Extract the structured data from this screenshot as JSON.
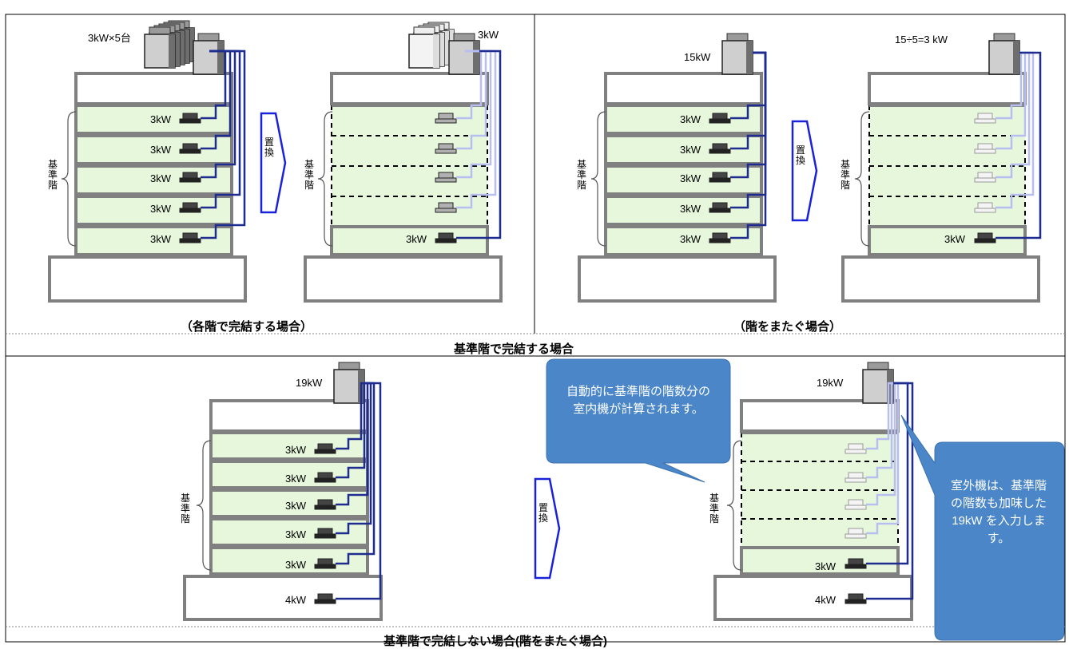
{
  "header_text": "",
  "panels": {
    "top_left": {
      "caption": "（各階で完結する場合）",
      "before": {
        "outdoor_label": "3kW×5台",
        "indoor_labels": [
          "3kW",
          "3kW",
          "3kW",
          "3kW",
          "3kW"
        ],
        "floor_group_label": "基準階"
      },
      "after": {
        "outdoor_label": "3kW",
        "indoor_label": "3kW",
        "floor_group_label": "基準階"
      }
    },
    "top_right": {
      "caption": "（階をまたぐ場合）",
      "before": {
        "outdoor_label": "15kW",
        "indoor_labels": [
          "3kW",
          "3kW",
          "3kW",
          "3kW",
          "3kW"
        ],
        "floor_group_label": "基準階"
      },
      "after": {
        "outdoor_label": "15÷5=3 kW",
        "indoor_label": "3kW",
        "floor_group_label": "基準階"
      }
    },
    "top_row_caption": "基準階で完結する場合",
    "bottom": {
      "caption": "基準階で完結しない場合(階をまたぐ場合)",
      "before": {
        "outdoor_label": "19kW",
        "indoor_labels": [
          "3kW",
          "3kW",
          "3kW",
          "3kW",
          "3kW"
        ],
        "ground_label": "4kW",
        "floor_group_label": "基準階"
      },
      "after": {
        "outdoor_label": "19kW",
        "indoor_label": "3kW",
        "ground_label": "4kW",
        "floor_group_label": "基準階"
      },
      "callout_left": "自動的に基準階の階数分の室内機が計算されます。",
      "callout_right": "室外機は、基準階の階数も加味した 19kW を入力します。"
    }
  },
  "replace_arrow_label": "置換",
  "colors": {
    "floor_fill": "#e6f7dc",
    "pipe": "#1f2c8f",
    "pipe_faded": "#b8bff0",
    "bubble": "#4a86c8",
    "arrow": "#1a22d9",
    "wall": "#808080"
  }
}
